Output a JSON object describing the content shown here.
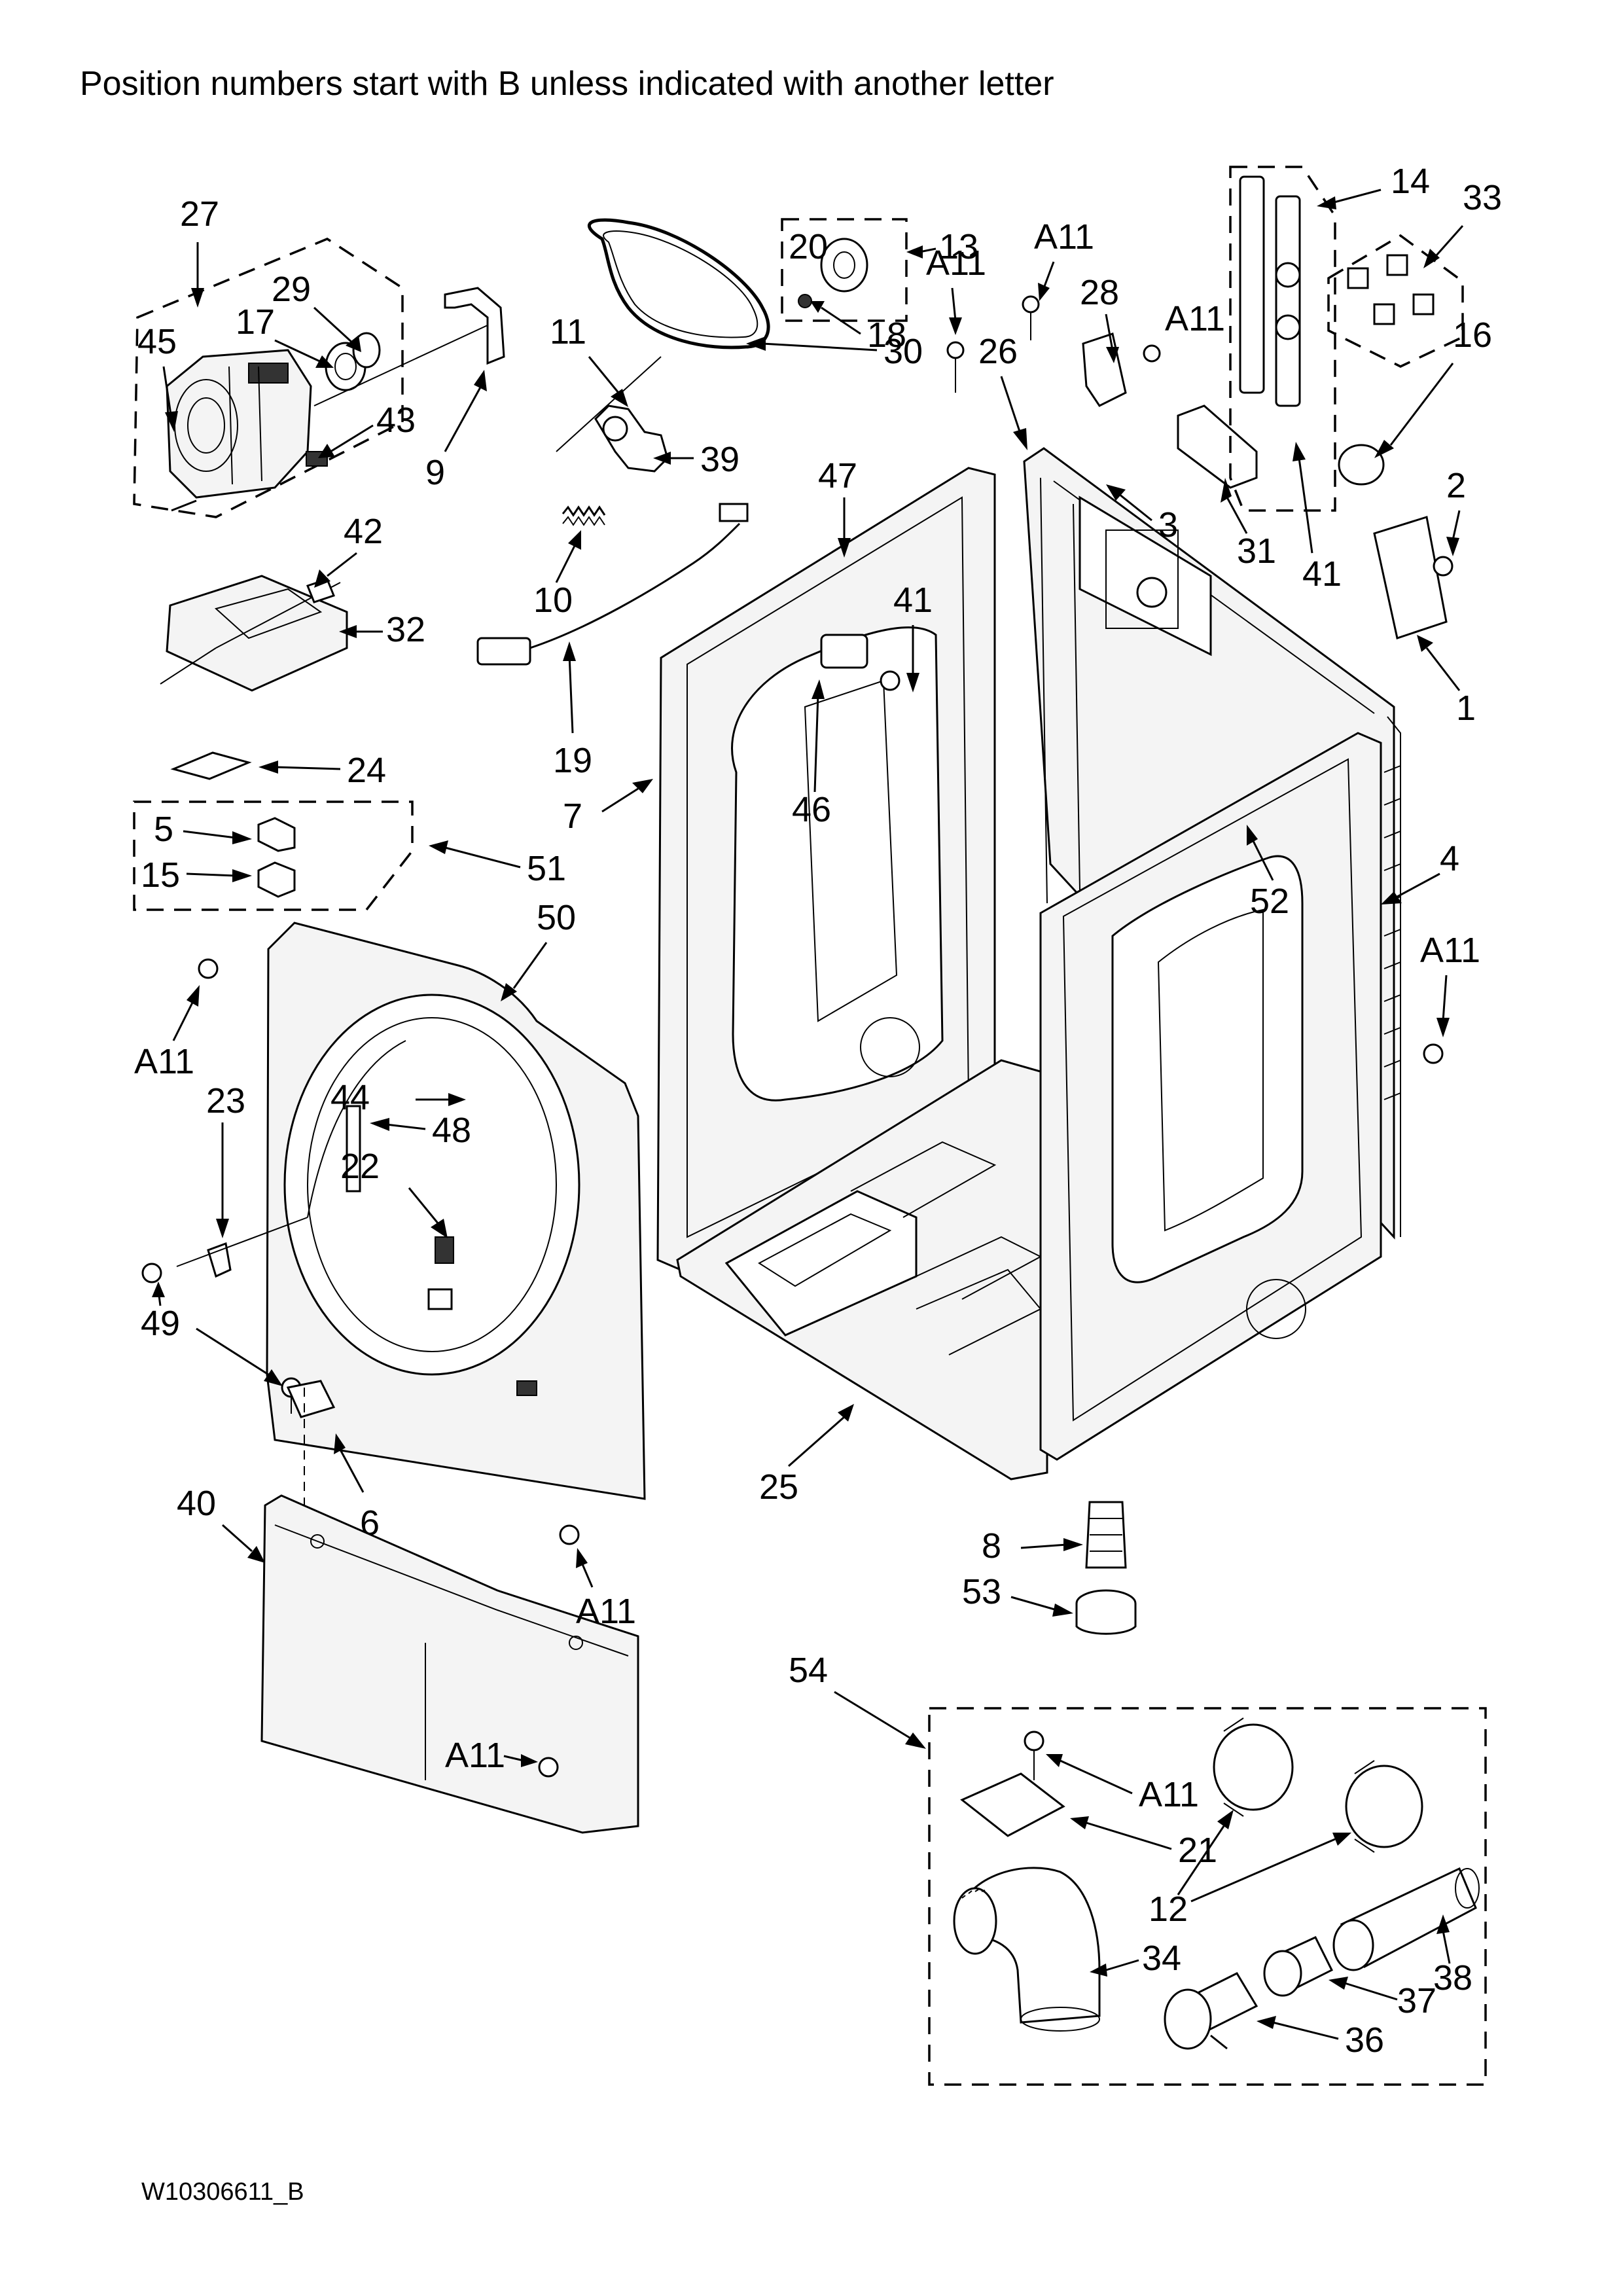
{
  "header": {
    "note": "Position numbers start with B unless indicated with another letter"
  },
  "footer": {
    "document_id": "W10306611_B"
  },
  "callouts": {
    "c1": "1",
    "c2": "2",
    "c3": "3",
    "c4": "4",
    "c5": "5",
    "c6": "6",
    "c7": "7",
    "c8": "8",
    "c9": "9",
    "c10": "10",
    "c11": "11",
    "c12": "12",
    "c13": "13",
    "c14": "14",
    "c15": "15",
    "c16": "16",
    "c17": "17",
    "c18": "18",
    "c19": "19",
    "c20": "20",
    "c21": "21",
    "c22": "22",
    "c23": "23",
    "c24": "24",
    "c25": "25",
    "c26": "26",
    "c27": "27",
    "c28": "28",
    "c29": "29",
    "c30": "30",
    "c31": "31",
    "c32": "32",
    "c33": "33",
    "c34": "34",
    "c36": "36",
    "c37": "37",
    "c38": "38",
    "c39": "39",
    "c40": "40",
    "c41": "41",
    "c42": "42",
    "c43": "43",
    "c44": "44",
    "c45": "45",
    "c46": "46",
    "c47": "47",
    "c48": "48",
    "c49": "49",
    "c50": "50",
    "c51": "51",
    "c52": "52",
    "c53": "53",
    "c54": "54",
    "a11": "A11"
  }
}
